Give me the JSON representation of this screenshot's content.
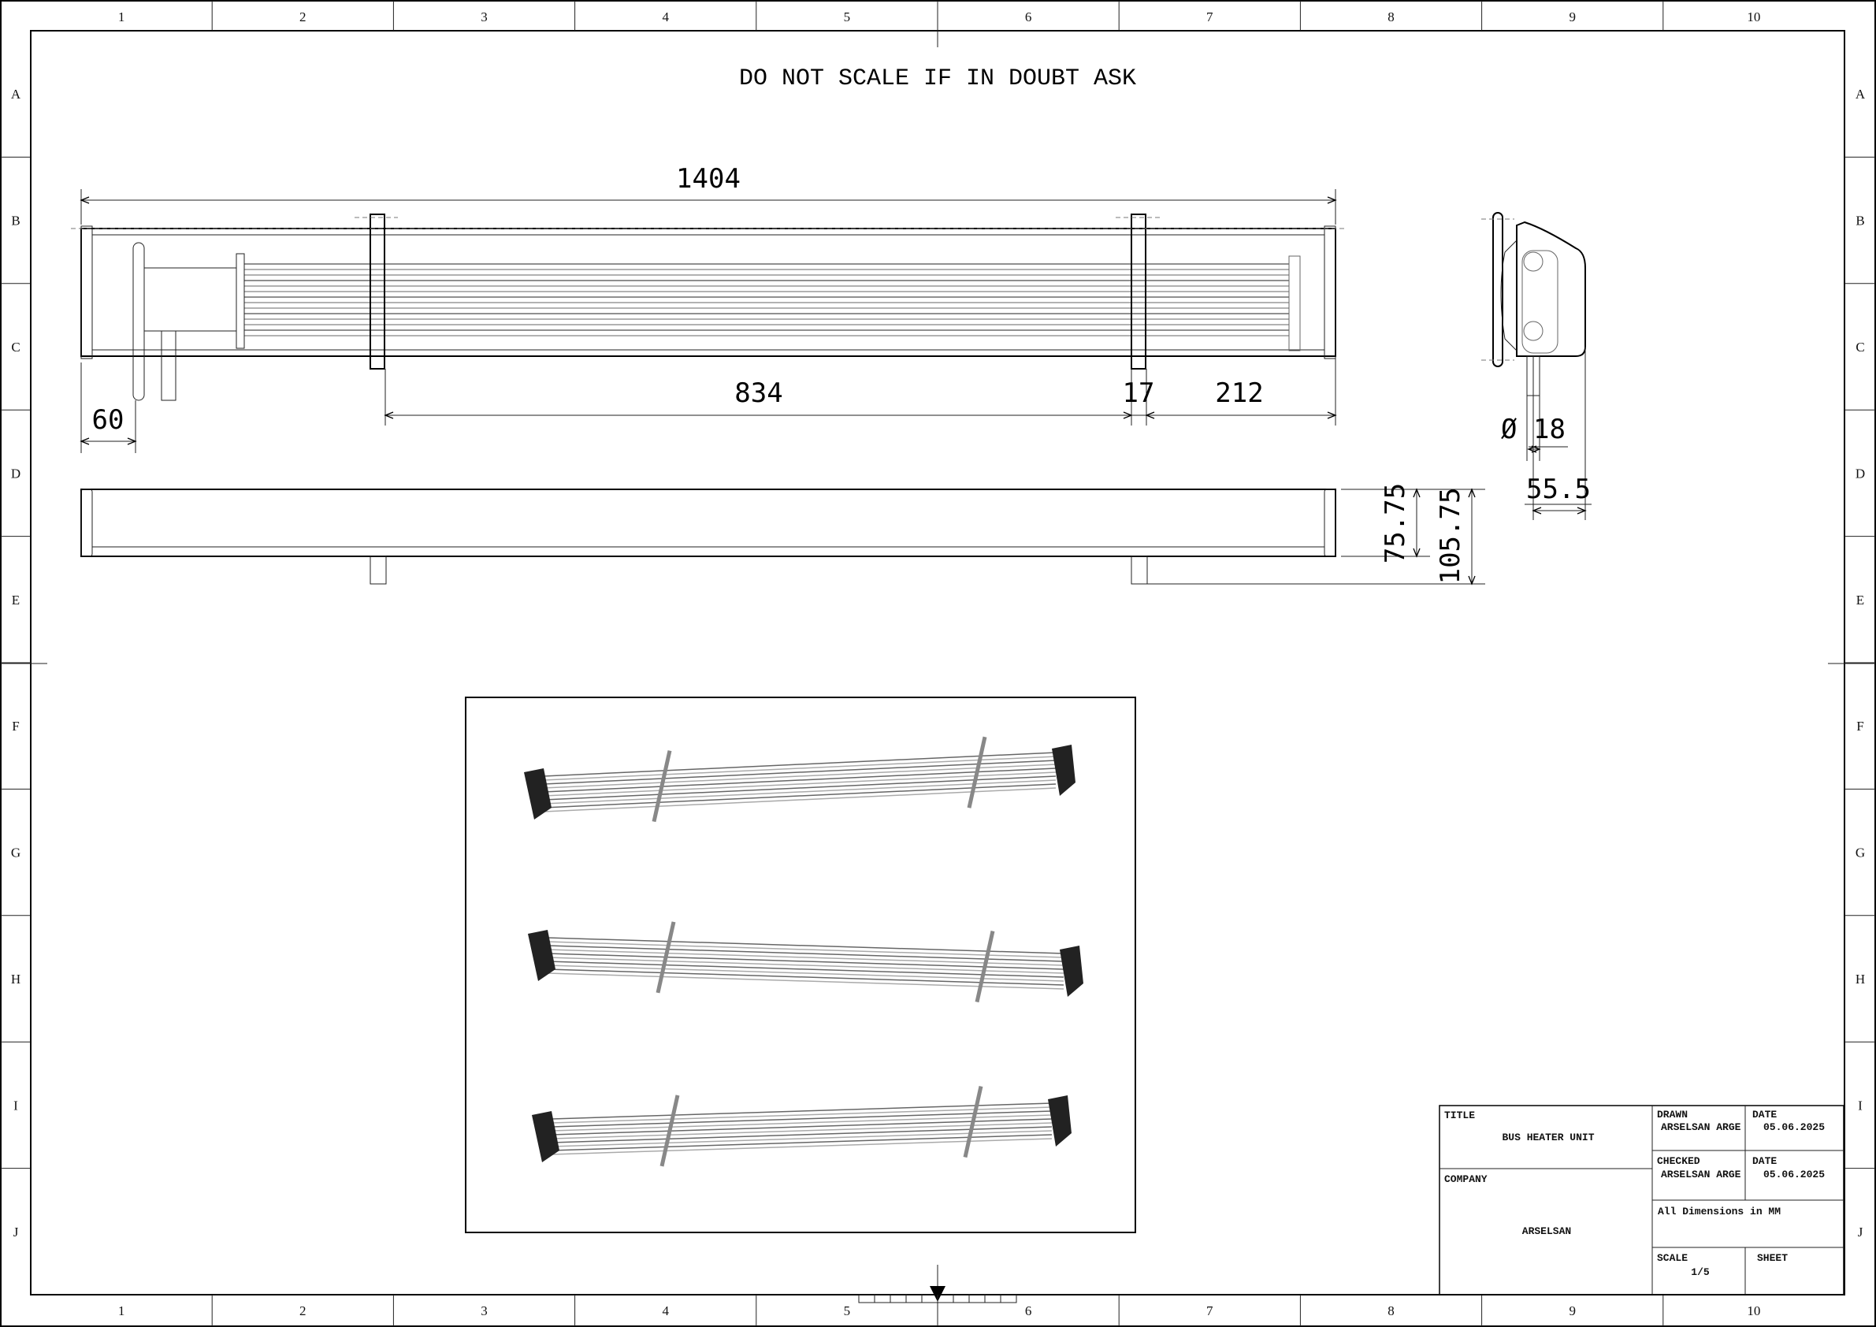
{
  "sheet": {
    "columns": [
      "1",
      "2",
      "3",
      "4",
      "5",
      "6",
      "7",
      "8",
      "9",
      "10"
    ],
    "rows": [
      "A",
      "B",
      "C",
      "D",
      "E",
      "F",
      "G",
      "H",
      "I",
      "J"
    ]
  },
  "note": "DO NOT SCALE  IF IN DOUBT ASK",
  "dimensions": {
    "overall_length": "1404",
    "bracket_spacing": "834",
    "bracket_width": "17",
    "end_offset": "212",
    "left_offset": "60",
    "height_body": "75.75",
    "height_total": "105.75",
    "pipe_diameter": "Ø 18",
    "depth": "55.5"
  },
  "title_block": {
    "title_label": "TITLE",
    "title": "BUS HEATER UNIT",
    "company_label": "COMPANY",
    "company": "ARSELSAN",
    "drawn_label": "DRAWN",
    "drawn_by": "ARSELSAN ARGE",
    "drawn_date_label": "DATE",
    "drawn_date": "05.06.2025",
    "checked_label": "CHECKED",
    "checked_by": "ARSELSAN ARGE",
    "checked_date_label": "DATE",
    "checked_date": "05.06.2025",
    "units_note": "All Dimensions in MM",
    "scale_label": "SCALE",
    "scale": "1/5",
    "sheet_label": "SHEET"
  }
}
